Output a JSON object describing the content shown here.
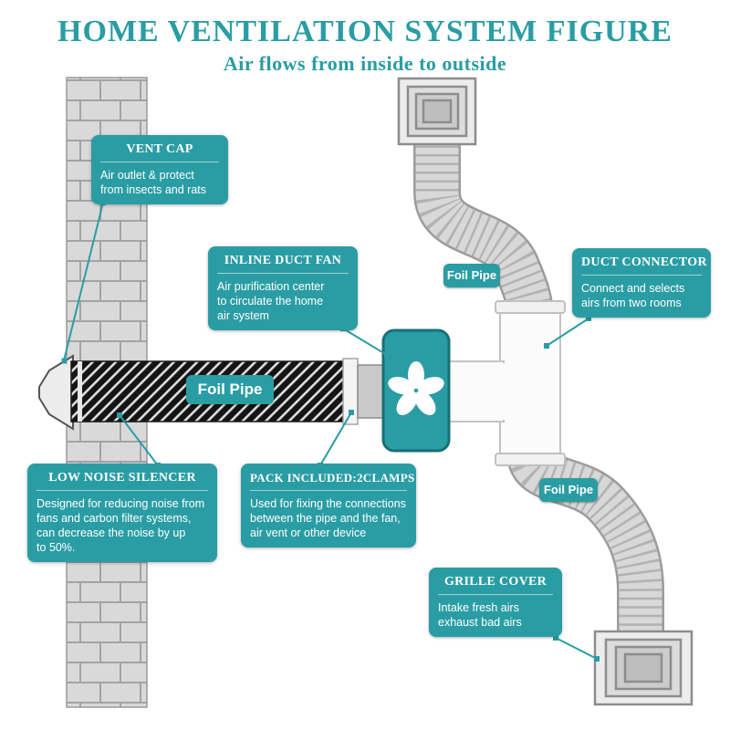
{
  "header": {
    "title": "HOME VENTILATION SYSTEM FIGURE",
    "subtitle": "Air flows from inside to outside"
  },
  "colors": {
    "accent_teal": "#2a9da4",
    "pipe_black": "#151515",
    "duct_gray": "#d8d8d8",
    "brick_gray": "#d9d9d9"
  },
  "callouts": {
    "vent_cap": {
      "title": "VENT CAP",
      "body": "Air outlet  & protect\nfrom insects and rats"
    },
    "inline_duct_fan": {
      "title": "INLINE DUCT FAN",
      "body": "Air purification center\nto circulate the home\nair system"
    },
    "duct_connector": {
      "title": "DUCT CONNECTOR",
      "body": "Connect and selects\nairs from two rooms"
    },
    "low_noise_silencer": {
      "title": "LOW NOISE SILENCER",
      "body": "Designed for reducing noise from\nfans and carbon filter systems,\ncan decrease the noise by up\nto 50%."
    },
    "pack_included": {
      "title": "PACK INCLUDED:2CLAMPS",
      "body": "Used for fixing the connections\nbetween the pipe and the fan,\nair vent or other device"
    },
    "grille_cover": {
      "title": "GRILLE COVER",
      "body": "Intake fresh airs\nexhaust bad airs"
    }
  },
  "labels": {
    "foil_pipe_main": "Foil Pipe",
    "foil_pipe_upper": "Foil Pipe",
    "foil_pipe_lower": "Foil Pipe"
  }
}
